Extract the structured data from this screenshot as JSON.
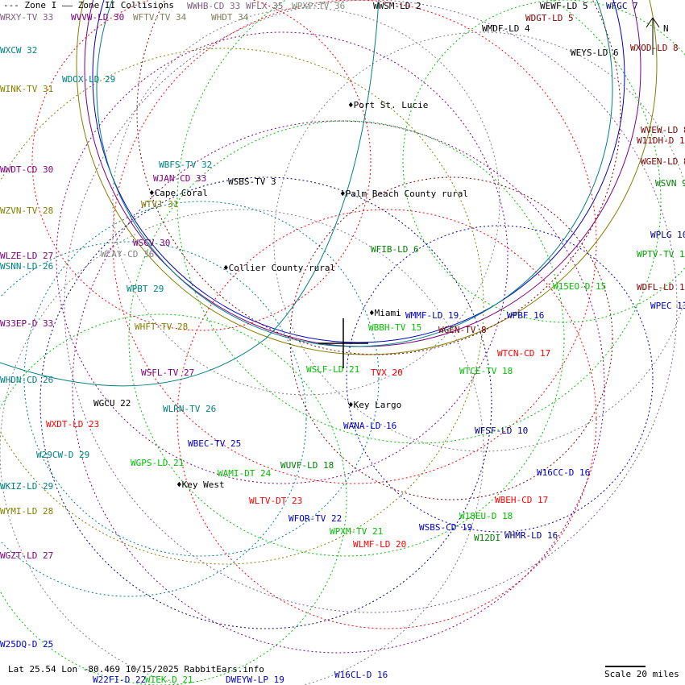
{
  "legend": {
    "zone1": "Zone I",
    "zone2": "Zone II",
    "collisions": "Collisions"
  },
  "footer": {
    "location": "Lat 25.54 Lon -80.469 10/15/2025 RabbitEars.info",
    "scale": "Scale 20 miles"
  },
  "north_label": "N",
  "colors": {
    "blue": "#0000c0",
    "green": "#00c000",
    "purple": "#800080",
    "olive": "#808000",
    "teal": "#008080",
    "darkred": "#800000",
    "red": "#ff0000",
    "gray": "#808080",
    "navy": "#000080",
    "mauve": "#806080"
  },
  "cities": [
    {
      "name": "Port St. Lucie"
    },
    {
      "name": "Palm Beach County rural"
    },
    {
      "name": "Cape Coral"
    },
    {
      "name": "Collier County rural"
    },
    {
      "name": "Miami"
    },
    {
      "name": "Key Largo"
    },
    {
      "name": "Key West"
    }
  ],
  "stations": [
    {
      "label": "WFTV-TV 34",
      "color": "#808060"
    },
    {
      "label": "WWHB-CD 33",
      "color": "#806080"
    },
    {
      "label": "WFLX 35",
      "color": "#806080"
    },
    {
      "label": "WPXP-TV 36",
      "color": "#809080"
    },
    {
      "label": "WWSM-LD 2",
      "color": "#000000"
    },
    {
      "label": "WRXY-TV 33",
      "color": "#806080"
    },
    {
      "label": "WVVW-LD 30",
      "color": "#800080"
    },
    {
      "label": "WHDT 34",
      "color": "#808060"
    },
    {
      "label": "WEWF-LD 5",
      "color": "#000000"
    },
    {
      "label": "WFGC 7",
      "color": "#000080"
    },
    {
      "label": "WDGT-LD 5",
      "color": "#800000"
    },
    {
      "label": "WMDF-LD 4",
      "color": "#000000"
    },
    {
      "label": "WXOD-LD 8",
      "color": "#800000"
    },
    {
      "label": "WEYS-LD 6",
      "color": "#000000"
    },
    {
      "label": "WVEW-LD 8",
      "color": "#800000"
    },
    {
      "label": "W11DH-D 11",
      "color": "#800000"
    },
    {
      "label": "WGEN-LD 8",
      "color": "#800000"
    },
    {
      "label": "WSVN 9",
      "color": "#008000"
    },
    {
      "label": "WPLG 10",
      "color": "#000080"
    },
    {
      "label": "WPTV-TV 12",
      "color": "#00a000"
    },
    {
      "label": "WDFL-LD 11",
      "color": "#800000"
    },
    {
      "label": "WPEC 13",
      "color": "#0000c0"
    },
    {
      "label": "WXCW 32",
      "color": "#008080"
    },
    {
      "label": "WINK-TV 31",
      "color": "#808000"
    },
    {
      "label": "WWDT-CD 30",
      "color": "#800080"
    },
    {
      "label": "WZVN-TV 28",
      "color": "#808000"
    },
    {
      "label": "WLZE-LD 27",
      "color": "#800080"
    },
    {
      "label": "WSNN-LD 26",
      "color": "#008080"
    },
    {
      "label": "W33EP-D 33",
      "color": "#800080"
    },
    {
      "label": "WHDN-CD 26",
      "color": "#008080"
    },
    {
      "label": "WXDT-LD 23",
      "color": "#ff0000"
    },
    {
      "label": "W29CW-D 29",
      "color": "#008080"
    },
    {
      "label": "WKIZ-LD 29",
      "color": "#008080"
    },
    {
      "label": "WYMI-LD 28",
      "color": "#808000"
    },
    {
      "label": "WGZT-LD 27",
      "color": "#800080"
    },
    {
      "label": "W25DQ-D 25",
      "color": "#0000c0"
    },
    {
      "label": "WDOX-LD 29",
      "color": "#008080"
    },
    {
      "label": "WBFS-TV 32",
      "color": "#008080"
    },
    {
      "label": "WJAN-CD 33",
      "color": "#800080"
    },
    {
      "label": "WTVJ 31",
      "color": "#808000"
    },
    {
      "label": "WSBS-TV 3",
      "color": "#000000"
    },
    {
      "label": "WSCV 30",
      "color": "#800080"
    },
    {
      "label": "WCAY-CD 36",
      "color": "#808080"
    },
    {
      "label": "WFIB-LD 6",
      "color": "#008000"
    },
    {
      "label": "WPBT 29",
      "color": "#008080"
    },
    {
      "label": "WHFT-TV 28",
      "color": "#808000"
    },
    {
      "label": "WSFL-TV 27",
      "color": "#800080"
    },
    {
      "label": "WGCU 22",
      "color": "#000000"
    },
    {
      "label": "WLRN-TV 26",
      "color": "#008080"
    },
    {
      "label": "WBEC-TV 25",
      "color": "#0000c0"
    },
    {
      "label": "WGPS-LD 21",
      "color": "#00c000"
    },
    {
      "label": "WAMI-DT 24",
      "color": "#00c000"
    },
    {
      "label": "WUVF-LD 18",
      "color": "#008000"
    },
    {
      "label": "WLTV-DT 23",
      "color": "#ff0000"
    },
    {
      "label": "WFOR-TV 22",
      "color": "#0000c0"
    },
    {
      "label": "WPXM-TV 21",
      "color": "#00c000"
    },
    {
      "label": "WLMF-LD 20",
      "color": "#ff0000"
    },
    {
      "label": "WSBS-CD 19",
      "color": "#0000c0"
    },
    {
      "label": "W18EU-D 18",
      "color": "#00c000"
    },
    {
      "label": "W12DI",
      "color": "#008000"
    },
    {
      "label": "WHMR-LD 16",
      "color": "#000080"
    },
    {
      "label": "WBEH-CD 17",
      "color": "#ff0000"
    },
    {
      "label": "W16CC-D 16",
      "color": "#0000c0"
    },
    {
      "label": "WFSF-LD 10",
      "color": "#000080"
    },
    {
      "label": "WANA-LD 16",
      "color": "#0000c0"
    },
    {
      "label": "WTCE-TV 18",
      "color": "#00c000"
    },
    {
      "label": "WTCN-CD 17",
      "color": "#ff0000"
    },
    {
      "label": "WPBF 16",
      "color": "#0000c0"
    },
    {
      "label": "W15EO-D 15",
      "color": "#00c000"
    },
    {
      "label": "WGEN-TV 8",
      "color": "#800000"
    },
    {
      "label": "WBBH-TV 15",
      "color": "#00c000"
    },
    {
      "label": "WMMF-LD 19",
      "color": "#0000c0"
    },
    {
      "label": "WSLF-LD 21",
      "color": "#00c000"
    },
    {
      "label": "TVX 20",
      "color": "#ff0000"
    },
    {
      "label": "W16CL-D 16",
      "color": "#0000c0"
    },
    {
      "label": "W22FI-D 22",
      "color": "#0000c0"
    },
    {
      "label": "WIEK-D 21",
      "color": "#00c000"
    },
    {
      "label": "DWEYW-LP 19",
      "color": "#0000c0"
    }
  ]
}
